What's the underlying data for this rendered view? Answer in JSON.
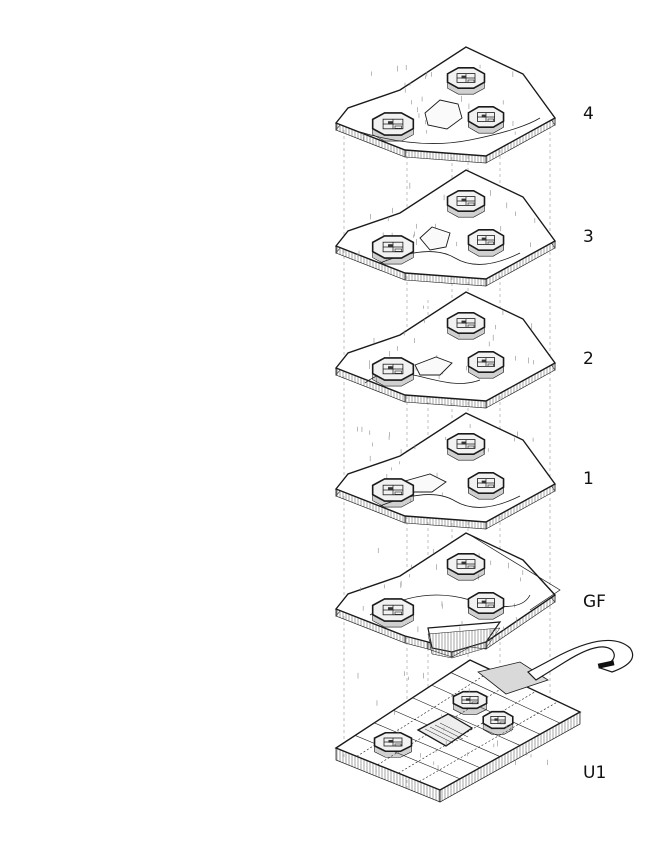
{
  "floors": [
    {
      "id": "f4",
      "label": "4"
    },
    {
      "id": "f3",
      "label": "3"
    },
    {
      "id": "f2",
      "label": "2"
    },
    {
      "id": "f1",
      "label": "1"
    },
    {
      "id": "gf",
      "label": "GF"
    },
    {
      "id": "u1",
      "label": "U1"
    }
  ],
  "colors": {
    "line": "#1a1a1a",
    "fill": "#ffffff",
    "wall_hatch": "#555555",
    "guide": "#9a9a9a",
    "interior": "#8a8a8a",
    "shade": "#d9d9d9"
  }
}
